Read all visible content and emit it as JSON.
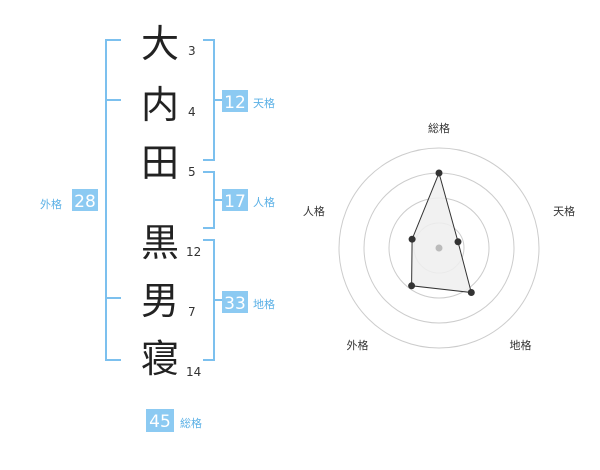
{
  "name_chars": [
    {
      "char": "大",
      "strokes": "3"
    },
    {
      "char": "内",
      "strokes": "4"
    },
    {
      "char": "田",
      "strokes": "5"
    },
    {
      "char": "黒",
      "strokes": "12"
    },
    {
      "char": "男",
      "strokes": "7"
    },
    {
      "char": "寝",
      "strokes": "14"
    }
  ],
  "kakusu": {
    "tenkaku": {
      "value": "12",
      "label": "天格"
    },
    "jinkaku": {
      "value": "17",
      "label": "人格"
    },
    "chikaku": {
      "value": "33",
      "label": "地格"
    },
    "gaikaku": {
      "value": "28",
      "label": "外格"
    },
    "soukaku": {
      "value": "45",
      "label": "総格"
    }
  },
  "colors": {
    "badge": "#8ccaf2",
    "badge_label": "#5ab0e6",
    "bracket": "#7cc0ee"
  },
  "chart_data": {
    "type": "radar",
    "axes": [
      "総格",
      "天格",
      "地格",
      "外格",
      "人格"
    ],
    "values": [
      45,
      12,
      33,
      28,
      17
    ],
    "rings": 4
  }
}
